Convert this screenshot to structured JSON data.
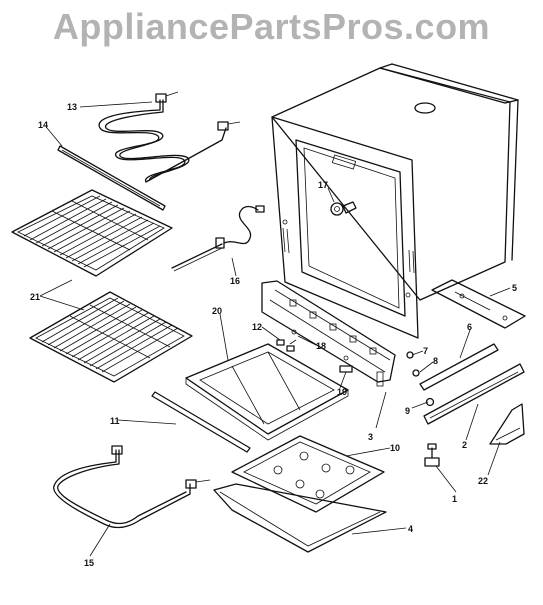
{
  "watermark": "AppliancePartsPros.com",
  "callouts": [
    {
      "id": "c1",
      "text": "1"
    },
    {
      "id": "c2",
      "text": "2"
    },
    {
      "id": "c3",
      "text": "3"
    },
    {
      "id": "c4",
      "text": "4"
    },
    {
      "id": "c5",
      "text": "5"
    },
    {
      "id": "c6",
      "text": "6"
    },
    {
      "id": "c7",
      "text": "7"
    },
    {
      "id": "c8",
      "text": "8"
    },
    {
      "id": "c9",
      "text": "9"
    },
    {
      "id": "c10",
      "text": "10"
    },
    {
      "id": "c11",
      "text": "11"
    },
    {
      "id": "c12",
      "text": "12"
    },
    {
      "id": "c13",
      "text": "13"
    },
    {
      "id": "c14",
      "text": "14"
    },
    {
      "id": "c15",
      "text": "15"
    },
    {
      "id": "c16",
      "text": "16"
    },
    {
      "id": "c17",
      "text": "17"
    },
    {
      "id": "c18",
      "text": "18"
    },
    {
      "id": "c19",
      "text": "19"
    },
    {
      "id": "c20",
      "text": "20"
    },
    {
      "id": "c21",
      "text": "21"
    },
    {
      "id": "c22",
      "text": "22"
    }
  ]
}
